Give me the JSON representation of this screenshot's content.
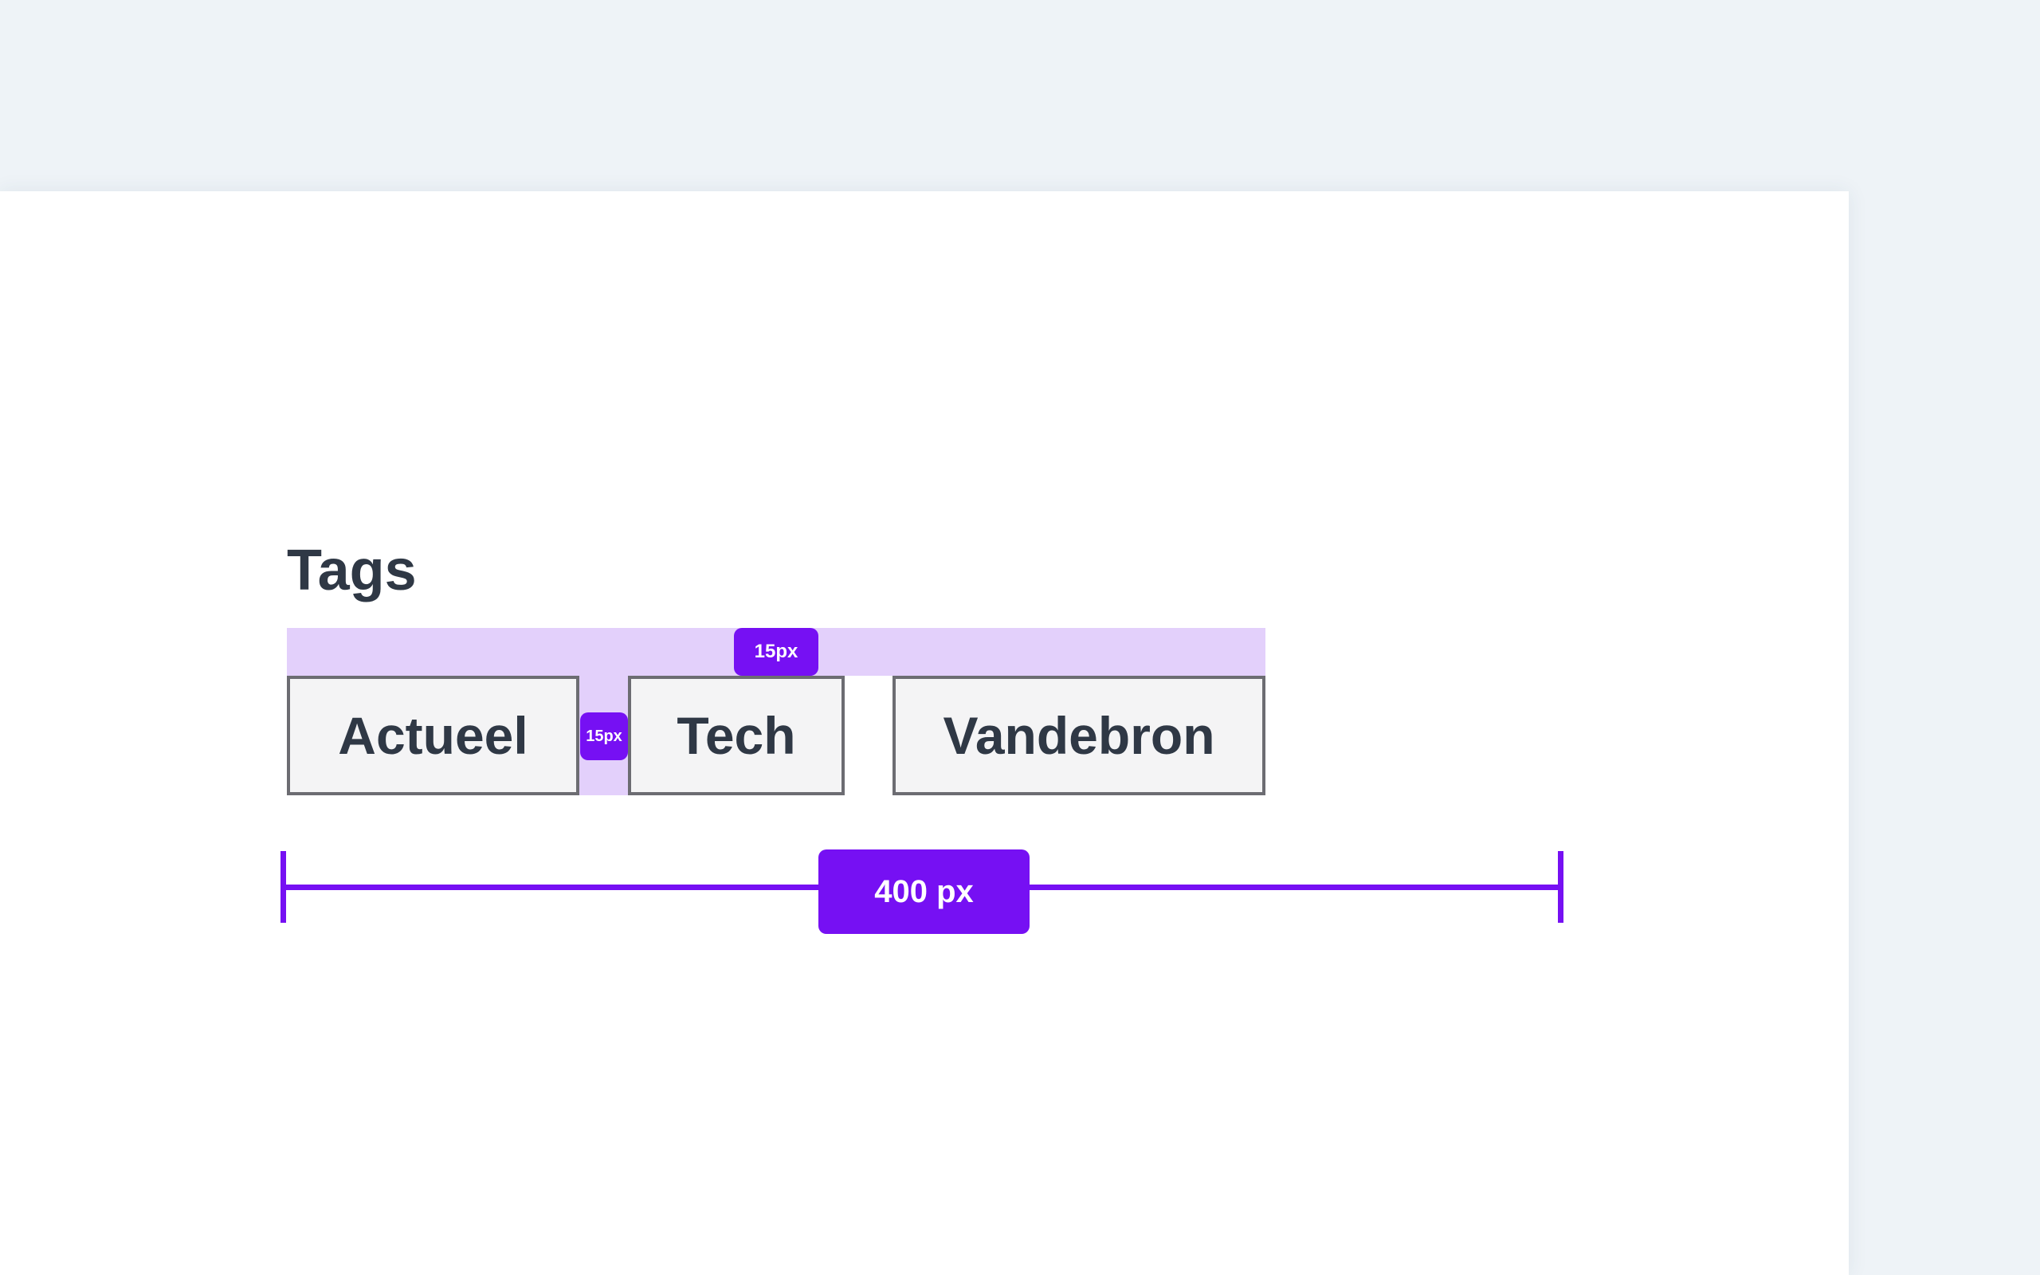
{
  "heading": "Tags",
  "tags": [
    "Actueel",
    "Tech",
    "Vandebron"
  ],
  "spacing": {
    "row_gap_label": "15px",
    "column_gap_label": "15px"
  },
  "measurement": {
    "label": "400 px"
  },
  "colors": {
    "accent": "#7610f3",
    "gap_highlight": "#e3d0fb",
    "text": "#2f3845",
    "tag_border": "#6c6c72",
    "tag_background": "#f4f4f5",
    "canvas": "#ffffff",
    "backdrop": "#eef3f7"
  }
}
